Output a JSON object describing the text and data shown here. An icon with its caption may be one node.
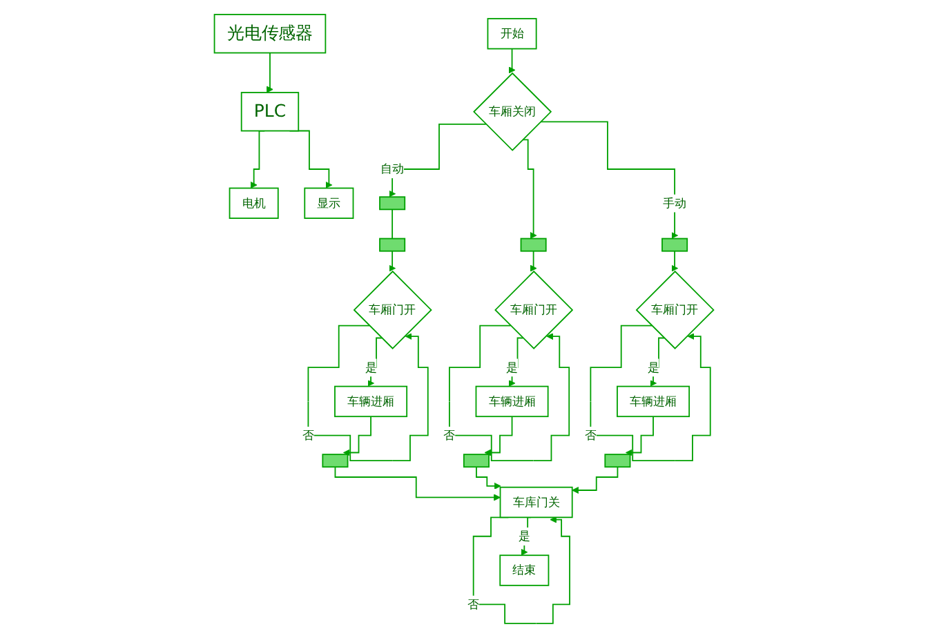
{
  "diagram": {
    "nodes": [
      {
        "text": [
          "开始"
        ]
      },
      {
        "text": [
          "车厢关闭"
        ]
      },
      {
        "text": [],
        "shape": "box"
      },
      {
        "text": [],
        "shape": "box"
      },
      {
        "text": [
          "车厢门开"
        ]
      },
      {
        "text": [
          "车辆进厢"
        ]
      },
      {
        "text": [],
        "shape": "box"
      },
      {
        "text": [],
        "shape": "box"
      },
      {
        "text": [
          "车厢门开"
        ]
      },
      {
        "text": [
          "车辆进厢"
        ]
      },
      {
        "text": [],
        "shape": "box"
      },
      {
        "text": [],
        "shape": "box"
      },
      {
        "text": [
          "车厢门开"
        ]
      },
      {
        "text": [
          "车辆进厢"
        ]
      },
      {
        "text": [],
        "shape": "box"
      },
      {
        "text": [
          "车库门关"
        ]
      },
      {
        "text": [
          "结束"
        ]
      },
      {
        "text": [
          "光电传感器"
        ]
      },
      {
        "text": [
          "PLC"
        ]
      },
      {
        "text": [
          "电机"
        ]
      },
      {
        "text": [
          "显示"
        ]
      }
    ],
    "edges": [
      {
        "from": 0,
        "to": 1,
        "arrow": "to"
      },
      {
        "from": 1,
        "to": 2,
        "arrow": "to",
        "label": "自动"
      },
      {
        "from": 1,
        "to": 7,
        "arrow": "to"
      },
      {
        "from": 1,
        "to": 11,
        "arrow": "to",
        "label": "手动"
      },
      {
        "from": 2,
        "to": 3,
        "arrow": "none"
      },
      {
        "from": 3,
        "to": 4,
        "arrow": "to"
      },
      {
        "from": 4,
        "to": 4,
        "arrow": "to",
        "label": "否"
      },
      {
        "from": 4,
        "to": 5,
        "arrow": "to",
        "label": "是"
      },
      {
        "from": 5,
        "to": 6,
        "arrow": "to"
      },
      {
        "from": 6,
        "to": 15,
        "arrow": "to"
      },
      {
        "from": 7,
        "to": 8,
        "arrow": "to"
      },
      {
        "from": 8,
        "to": 8,
        "arrow": "to",
        "label": "否"
      },
      {
        "from": 8,
        "to": 9,
        "arrow": "to",
        "label": "是"
      },
      {
        "from": 9,
        "to": 10,
        "arrow": "to"
      },
      {
        "from": 10,
        "to": 15,
        "arrow": "to"
      },
      {
        "from": 11,
        "to": 12,
        "arrow": "to"
      },
      {
        "from": 12,
        "to": 12,
        "arrow": "to",
        "label": "否"
      },
      {
        "from": 12,
        "to": 13,
        "arrow": "to",
        "label": "是"
      },
      {
        "from": 13,
        "to": 14,
        "arrow": "to"
      },
      {
        "from": 14,
        "to": 15,
        "arrow": "to"
      },
      {
        "from": 15,
        "to": 15,
        "arrow": "to",
        "label": "否"
      },
      {
        "from": 15,
        "to": 16,
        "arrow": "to",
        "label": "是"
      },
      {
        "from": 17,
        "to": 18,
        "arrow": "to"
      },
      {
        "from": 18,
        "to": 19,
        "arrow": "to"
      },
      {
        "from": 18,
        "to": 20,
        "arrow": "to"
      }
    ]
  }
}
